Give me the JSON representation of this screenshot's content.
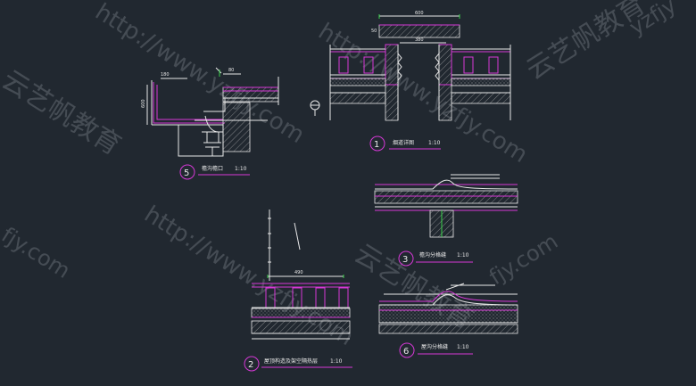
{
  "watermark": {
    "url": "http://www.yzfjy.com",
    "brand": "云艺帆教育",
    "fragments": [
      "yzfjy",
      "fjy.com"
    ]
  },
  "details": [
    {
      "id": "d5",
      "number": "5",
      "title": "檐沟檐口",
      "scale": "1:10",
      "dims": [
        "180",
        "80",
        "600"
      ]
    },
    {
      "id": "d1",
      "number": "1",
      "title": "烟道详图",
      "scale": "1:10",
      "dims": [
        "600",
        "380",
        "50"
      ]
    },
    {
      "id": "d3",
      "number": "3",
      "title": "檐沟分格缝",
      "scale": "1:10"
    },
    {
      "id": "d2",
      "number": "2",
      "title": "屋顶构造及架空隔热层",
      "scale": "1:10",
      "dims": [
        "490"
      ]
    },
    {
      "id": "d6",
      "number": "6",
      "title": "屋沟分格缝",
      "scale": "1:10"
    }
  ]
}
